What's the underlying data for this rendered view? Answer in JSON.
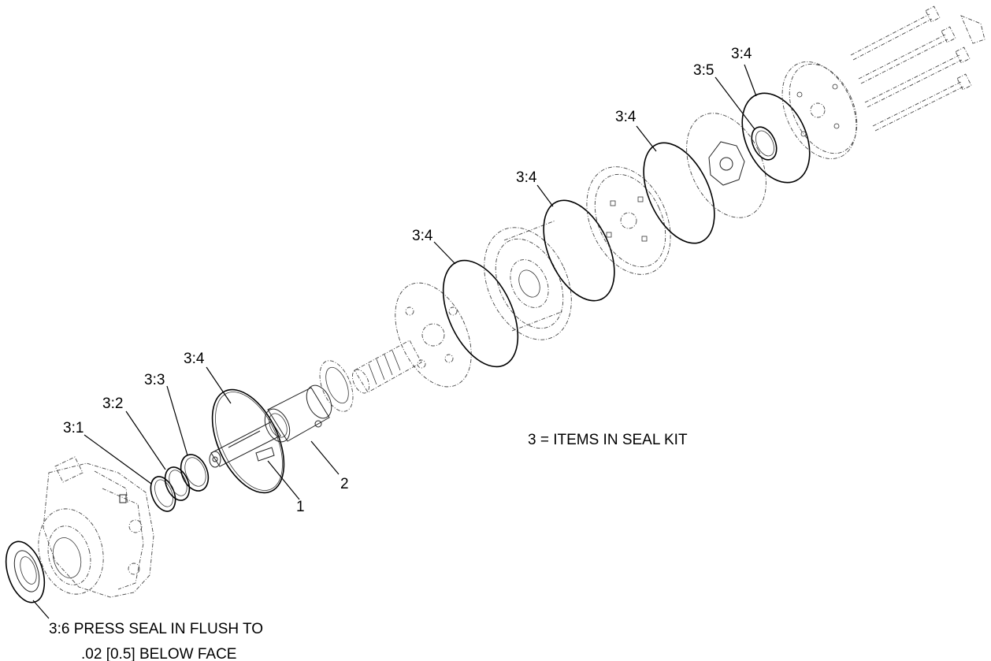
{
  "callouts": [
    {
      "id": "c-3-1",
      "text": "3:1"
    },
    {
      "id": "c-3-2",
      "text": "3:2"
    },
    {
      "id": "c-3-3",
      "text": "3:3"
    },
    {
      "id": "c-3-4-a",
      "text": "3:4"
    },
    {
      "id": "c-1",
      "text": "1"
    },
    {
      "id": "c-2",
      "text": "2"
    },
    {
      "id": "c-3-4-b",
      "text": "3:4"
    },
    {
      "id": "c-3-4-c",
      "text": "3:4"
    },
    {
      "id": "c-3-4-d",
      "text": "3:4"
    },
    {
      "id": "c-3-5",
      "text": "3:5"
    },
    {
      "id": "c-3-4-e",
      "text": "3:4"
    }
  ],
  "notes": {
    "seal_kit": "3  = ITEMS IN SEAL KIT",
    "press_seal_line1": "3:6  PRESS SEAL IN FLUSH TO",
    "press_seal_line2": ".02 [0.5] BELOW FACE"
  }
}
